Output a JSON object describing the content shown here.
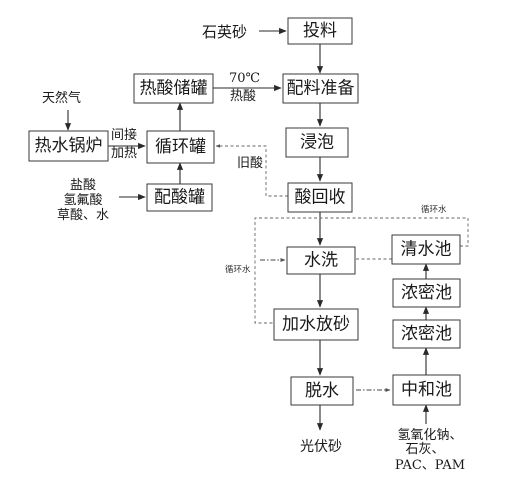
{
  "boxes": {
    "tou_liao": "投料",
    "re_suan_chu_guan": "热酸储罐",
    "pei_liao_zhun_bei": "配料准备",
    "re_shui_guo_lu": "热水锅炉",
    "xun_huan_guan": "循环罐",
    "jin_pao": "浸泡",
    "pei_suan_guan": "配酸罐",
    "suan_hui_shou": "酸回收",
    "qing_shui_chi": "清水池",
    "shui_xi": "水洗",
    "nong_mi_chi_1": "浓密池",
    "jia_shui_fang_sha": "加水放砂",
    "nong_mi_chi_2": "浓密池",
    "tuo_shui": "脱水",
    "zhong_he_chi": "中和池"
  },
  "labels": {
    "quartz_sand": "石英砂",
    "natural_gas": "天然气",
    "temp_70": "70℃",
    "hot_acid": "热酸",
    "indirect": "间接",
    "heating": "加热",
    "old_acid": "旧酸",
    "hcl": "盐酸",
    "hf": "氢氟酸",
    "oxalic_water": "草酸、水",
    "circulating_water_top": "循环水",
    "circulating_water_left": "循环水",
    "pv_sand": "光伏砂",
    "naoh": "氢氧化钠、",
    "lime": "石灰、",
    "pac_pam": "PAC、PAM"
  }
}
